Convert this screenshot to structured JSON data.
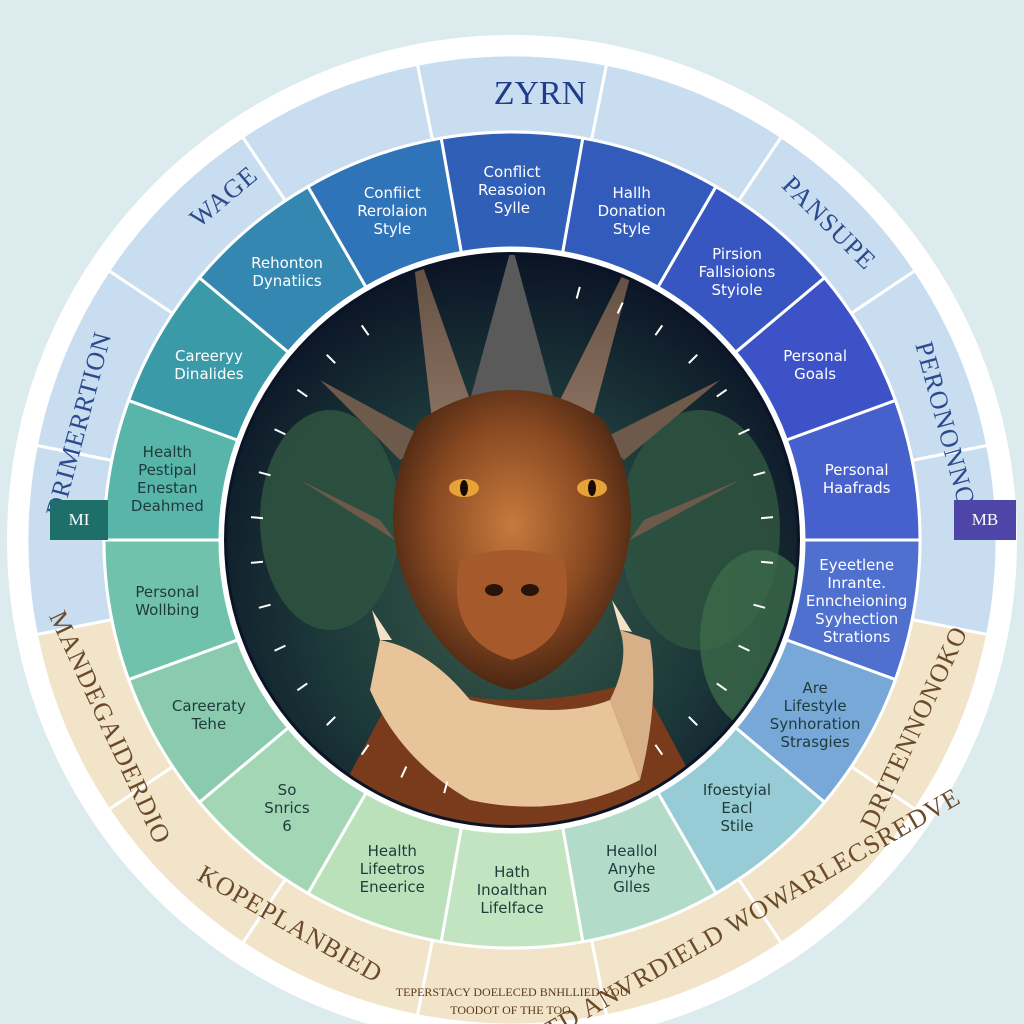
{
  "diagram": {
    "title": "ZYRN",
    "outer_labels": [
      {
        "text": "WAGE",
        "color": "#2c4a8f"
      },
      {
        "text": "PANSUPE",
        "color": "#2c4a8f"
      },
      {
        "text": "PERONONNO",
        "color": "#2c4a8f"
      },
      {
        "text": "DRIMERRTION",
        "color": "#2c4a8f"
      },
      {
        "text": "DRITENNONOKO",
        "color": "#6b4a2a"
      },
      {
        "text": "MANDEGAIDERDIO",
        "color": "#6b4a2a"
      },
      {
        "text": "KOPEPLANBIED",
        "color": "#6b4a2a"
      },
      {
        "text": "WETD ANVRDIELD WOWARLECSREDVE",
        "color": "#6b4a2a"
      }
    ],
    "bottom_caption_line1": "TEPERSTACY DOELECED BNHLLIED YOU",
    "bottom_caption_line2": "TOODOT OF THE TOO.",
    "side_tabs": {
      "left": "MI",
      "right": "MB",
      "left_color": "#1e6e6a",
      "right_color": "#4d45a8"
    },
    "segments": [
      {
        "lines": [
          "Conflict",
          "Reasoion",
          "Sylle"
        ]
      },
      {
        "lines": [
          "Hallh",
          "Donation",
          "Style"
        ]
      },
      {
        "lines": [
          "Pirsion",
          "Fallsioions",
          "Styiole"
        ]
      },
      {
        "lines": [
          "Personal",
          "Goals"
        ]
      },
      {
        "lines": [
          "Personal",
          "Haafrads"
        ]
      },
      {
        "lines": [
          "Eyeetlene",
          "Inrante.",
          "Enncheioning",
          "Syyhection",
          "Strations"
        ]
      },
      {
        "lines": [
          "Are",
          "Lifestyle",
          "Synhoration",
          "Strasgies"
        ]
      },
      {
        "lines": [
          "Ifoestyial",
          "Eacl",
          "Stile"
        ]
      },
      {
        "lines": [
          "Heallol",
          "Anyhe",
          "Glles"
        ]
      },
      {
        "lines": [
          "Hath",
          "Inoalthan",
          "Lifelface"
        ]
      },
      {
        "lines": [
          "Health",
          "Lifeetros",
          "Eneerice"
        ]
      },
      {
        "lines": [
          "So",
          "Snrics",
          "6"
        ]
      },
      {
        "lines": [
          "Careeraty",
          "Tehe"
        ]
      },
      {
        "lines": [
          "Personal",
          "Wollbing"
        ]
      },
      {
        "lines": [
          "Health",
          "Pestipal",
          "Enestan",
          "Deahmed"
        ]
      },
      {
        "lines": [
          "Careeryy",
          "Dinalides"
        ]
      },
      {
        "lines": [
          "Rehonton",
          "Dynatiics"
        ]
      },
      {
        "lines": [
          "Confiict",
          "Rerolaion",
          "Style"
        ]
      }
    ],
    "colors": {
      "background": "#dcebed",
      "center": "#0b1426",
      "blue_deep": "#3c52c6",
      "blue_mid": "#2f5fb6",
      "teal": "#3a9aa8",
      "green_light": "#c6e6bc",
      "outer_blue": "#c9ddf0",
      "outer_tan": "#f1e4c8"
    }
  }
}
